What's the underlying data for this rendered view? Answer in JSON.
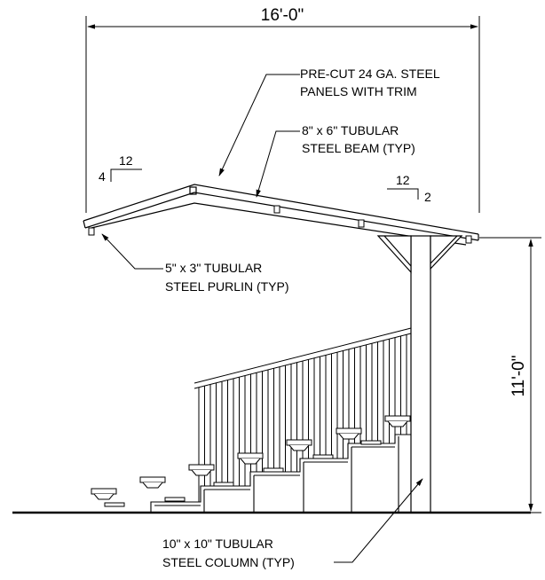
{
  "dimensions": {
    "width": "16'-0\"",
    "height": "11'-0\""
  },
  "slopes": {
    "left": {
      "rise": "4",
      "run": "12"
    },
    "right": {
      "rise": "2",
      "run": "12"
    }
  },
  "notes": {
    "panels": {
      "line1": "PRE-CUT 24 GA. STEEL",
      "line2": "PANELS WITH TRIM"
    },
    "beam": {
      "line1": "8\" x 6\" TUBULAR",
      "line2": "STEEL BEAM (TYP)"
    },
    "purlin": {
      "line1": "5\" x 3\" TUBULAR",
      "line2": "STEEL PURLIN (TYP)"
    },
    "column": {
      "line1": "10\" x 10\" TUBULAR",
      "line2": "STEEL COLUMN (TYP)"
    }
  }
}
